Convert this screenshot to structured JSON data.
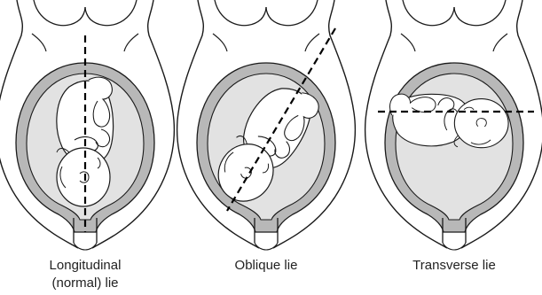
{
  "colors": {
    "outline": "#1a1a1a",
    "uterus_wall": "#b8b8b8",
    "amniotic_fluid": "#e2e2e2",
    "fetus": "#ffffff",
    "axis_line": "#000000"
  },
  "panels": [
    {
      "id": "longitudinal",
      "caption_lines": [
        "Longitudinal",
        "(normal) lie"
      ]
    },
    {
      "id": "oblique",
      "caption_lines": [
        "Oblique lie"
      ]
    },
    {
      "id": "transverse",
      "caption_lines": [
        "Transverse lie"
      ]
    }
  ]
}
